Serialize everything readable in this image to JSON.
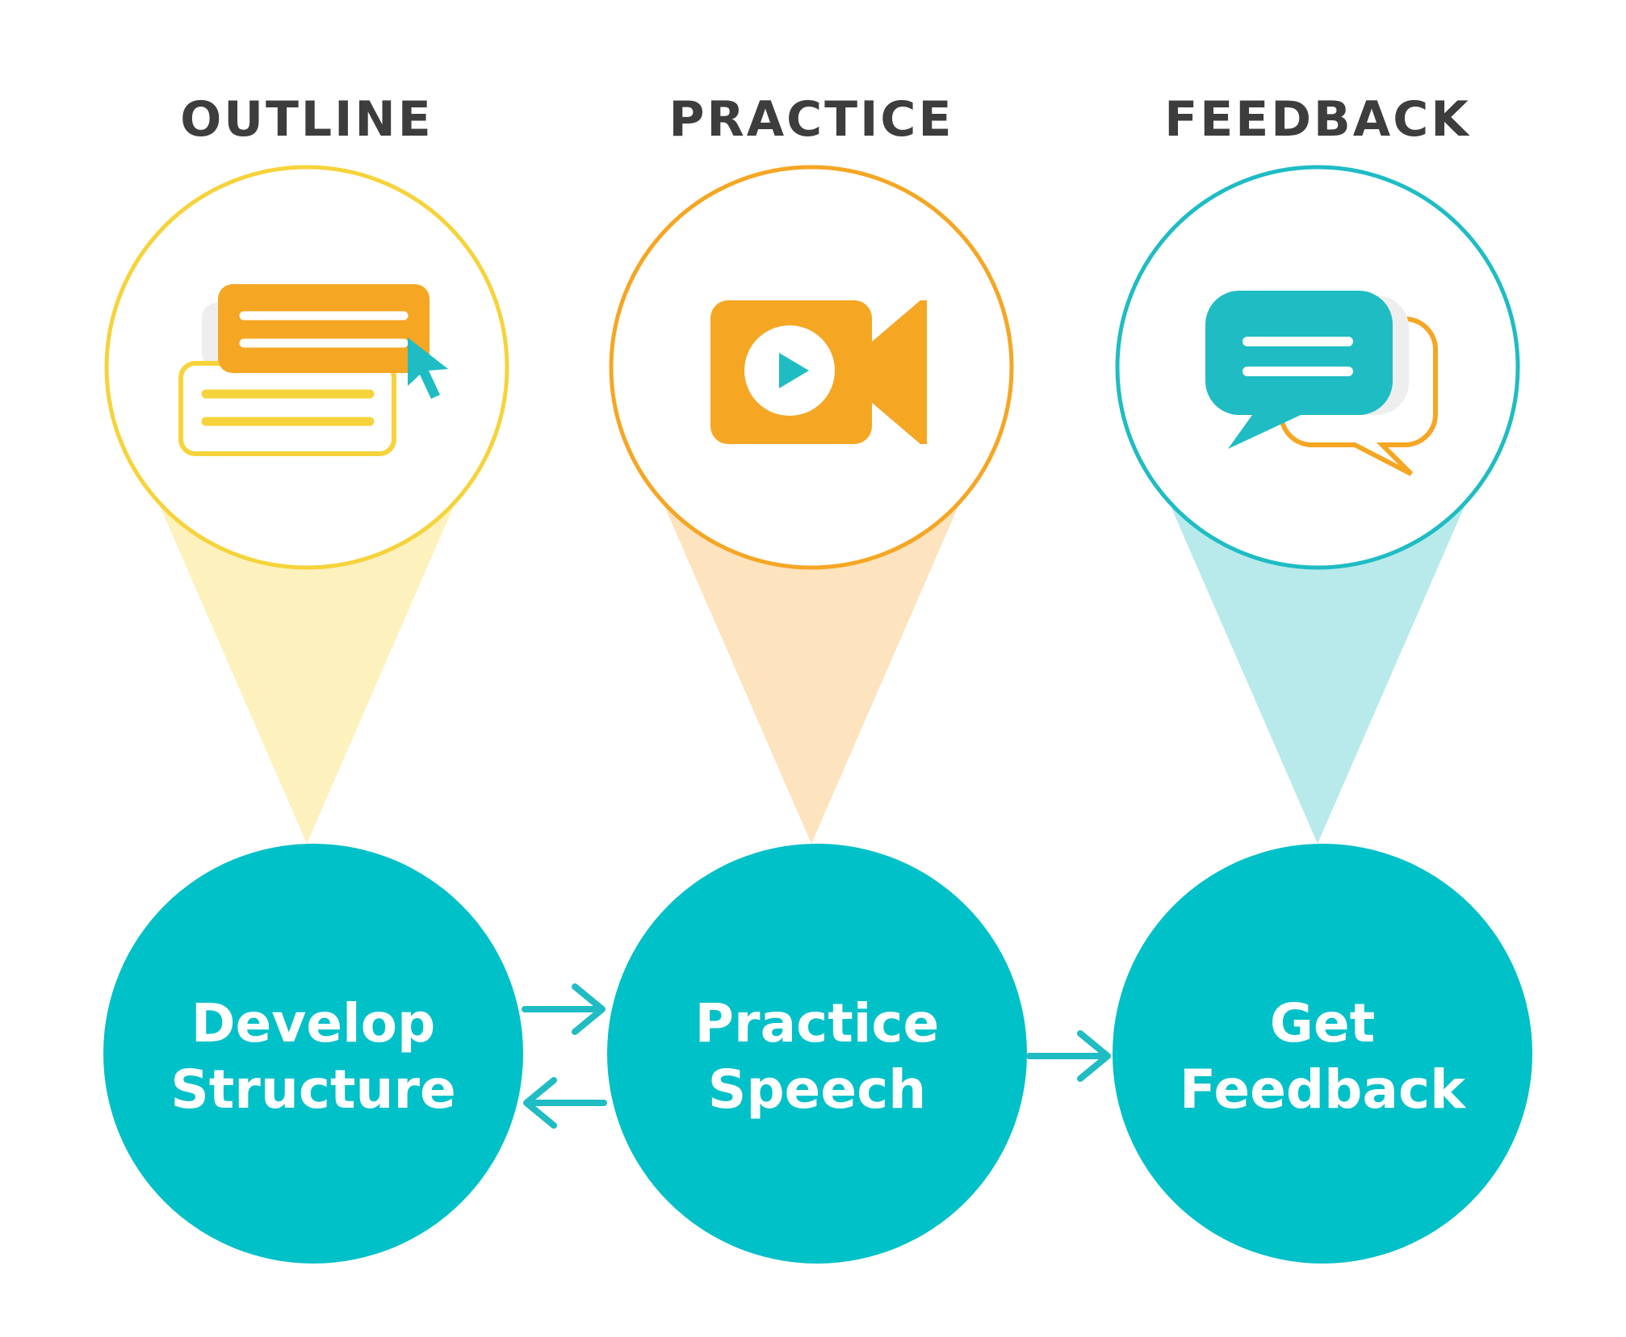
{
  "colors": {
    "teal": "#00C0C8",
    "teal_icon": "#1FBCC4",
    "yellow": "#F6D33A",
    "orange": "#F5A623",
    "yellow_light": "#FDF1BE",
    "orange_light": "#FDE3BE",
    "teal_light": "#B9EAEB",
    "label": "#3D3D3D"
  },
  "stages": [
    {
      "key": "outline",
      "header": "OUTLINE",
      "icon": "outline-cards-icon",
      "node_lines": [
        "Develop",
        "Structure"
      ]
    },
    {
      "key": "practice",
      "header": "PRACTICE",
      "icon": "video-camera-icon",
      "node_lines": [
        "Practice",
        "Speech"
      ]
    },
    {
      "key": "feedback",
      "header": "FEEDBACK",
      "icon": "chat-bubbles-icon",
      "node_lines": [
        "Get",
        "Feedback"
      ]
    }
  ],
  "connectors": [
    {
      "from": "outline",
      "to": "practice",
      "direction": "forward",
      "icon": "arrow-right-icon"
    },
    {
      "from": "practice",
      "to": "outline",
      "direction": "back",
      "icon": "arrow-left-icon"
    },
    {
      "from": "practice",
      "to": "feedback",
      "direction": "forward",
      "icon": "arrow-right-icon"
    }
  ]
}
